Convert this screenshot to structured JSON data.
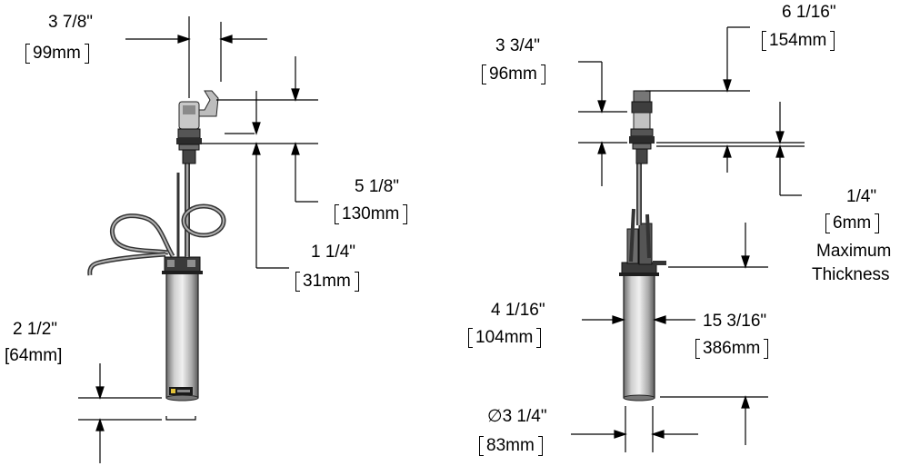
{
  "dimensions": {
    "d1": {
      "imperial": "3 7/8\"",
      "metric": "99mm"
    },
    "d2": {
      "imperial": "5 1/8\"",
      "metric": "130mm"
    },
    "d3": {
      "imperial": "1 1/4\"",
      "metric": "31mm"
    },
    "d4": {
      "imperial": "2 1/2\"",
      "metric": "[64mm]"
    },
    "d5": {
      "imperial": "6 1/16\"",
      "metric": "154mm"
    },
    "d6": {
      "imperial": "3 3/4\"",
      "metric": "96mm"
    },
    "d7": {
      "imperial": "1/4\"",
      "metric": "6mm",
      "note1": "Maximum",
      "note2": "Thickness"
    },
    "d8": {
      "imperial": "4 1/16\"",
      "metric": "104mm"
    },
    "d9": {
      "imperial": "15 3/16\"",
      "metric": "386mm"
    },
    "d10": {
      "imperial": "3 1/4\"",
      "metric": "83mm",
      "symbol": "∅"
    }
  }
}
